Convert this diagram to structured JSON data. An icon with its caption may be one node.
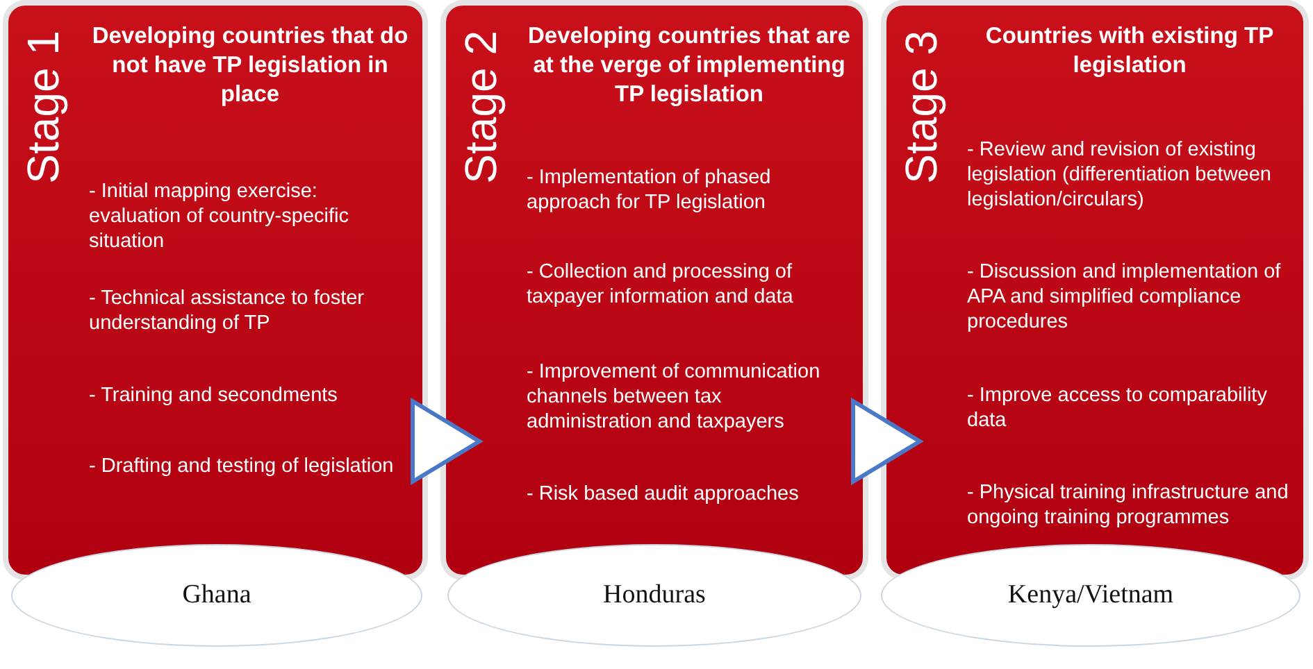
{
  "diagram": {
    "nodes": [
      {
        "text": [
          "Stage 1",
          "Developing countries that do not have TP legislation in place",
          "- Initial mapping exercise: evaluation of country-specific situation",
          "- Technical assistance to foster understanding of TP",
          "- Training and secondments",
          "- Drafting and testing of legislation"
        ]
      },
      {
        "text": [
          "Ghana"
        ]
      },
      {
        "text": [
          "Stage 2",
          "Developing countries that are at the verge of implementing TP legislation",
          "- Implementation of phased approach for TP legislation",
          "- Collection and processing of taxpayer information and data",
          "- Improvement of communication channels between tax administration and taxpayers",
          "- Risk based audit approaches"
        ]
      },
      {
        "text": [
          "Honduras"
        ]
      },
      {
        "text": [
          "Stage 3",
          "Countries with existing TP legislation",
          "- Review and revision of existing legislation (differentiation between legislation/circulars)",
          "- Discussion and implementation of APA and simplified compliance procedures",
          "- Improve access to comparability data",
          "- Physical training infrastructure and ongoing training programmes"
        ]
      },
      {
        "text": [
          "Kenya/Vietnam"
        ]
      }
    ],
    "edges": [
      {
        "from": 0,
        "to": 2,
        "arrow": "to"
      },
      {
        "from": 2,
        "to": 4,
        "arrow": "to"
      }
    ]
  }
}
